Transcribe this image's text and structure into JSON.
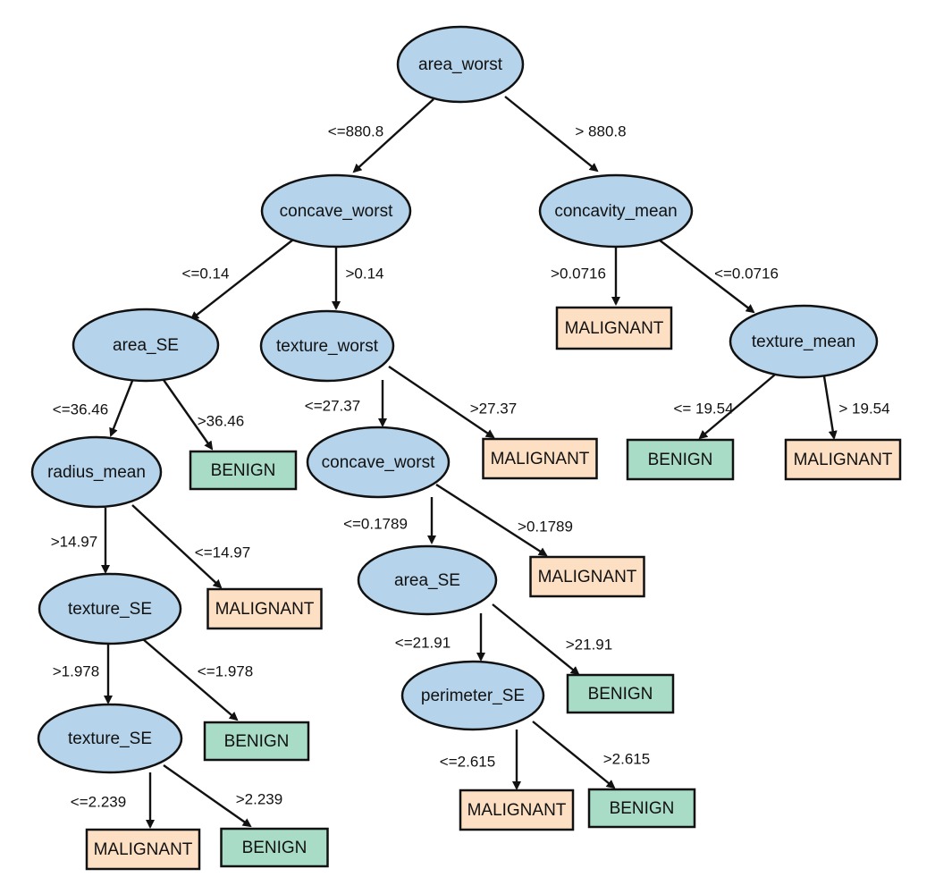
{
  "colors": {
    "decision_fill": "#b5d3ea",
    "benign_fill": "#a9dcc6",
    "malignant_fill": "#fde0c4",
    "stroke": "#111111"
  },
  "nodes": [
    {
      "id": "area_worst",
      "label": "area_worst",
      "kind": "decision"
    },
    {
      "id": "concave_worst_1",
      "label": "concave_worst",
      "kind": "decision"
    },
    {
      "id": "concavity_mean",
      "label": "concavity_mean",
      "kind": "decision"
    },
    {
      "id": "malignant_cm",
      "label": "MALIGNANT",
      "kind": "malignant"
    },
    {
      "id": "texture_mean",
      "label": "texture_mean",
      "kind": "decision"
    },
    {
      "id": "benign_tm",
      "label": "BENIGN",
      "kind": "benign"
    },
    {
      "id": "malignant_tm",
      "label": "MALIGNANT",
      "kind": "malignant"
    },
    {
      "id": "area_SE_1",
      "label": "area_SE",
      "kind": "decision"
    },
    {
      "id": "texture_worst",
      "label": "texture_worst",
      "kind": "decision"
    },
    {
      "id": "benign_aSE1",
      "label": "BENIGN",
      "kind": "benign"
    },
    {
      "id": "radius_mean",
      "label": "radius_mean",
      "kind": "decision"
    },
    {
      "id": "malignant_rm",
      "label": "MALIGNANT",
      "kind": "malignant"
    },
    {
      "id": "texture_SE_1",
      "label": "texture_SE",
      "kind": "decision"
    },
    {
      "id": "benign_tSE1",
      "label": "BENIGN",
      "kind": "benign"
    },
    {
      "id": "texture_SE_2",
      "label": "texture_SE",
      "kind": "decision"
    },
    {
      "id": "malignant_tSE2",
      "label": "MALIGNANT",
      "kind": "malignant"
    },
    {
      "id": "benign_tSE2",
      "label": "BENIGN",
      "kind": "benign"
    },
    {
      "id": "malignant_tw",
      "label": "MALIGNANT",
      "kind": "malignant"
    },
    {
      "id": "concave_worst_2",
      "label": "concave_worst",
      "kind": "decision"
    },
    {
      "id": "malignant_cw2",
      "label": "MALIGNANT",
      "kind": "malignant"
    },
    {
      "id": "area_SE_2",
      "label": "area_SE",
      "kind": "decision"
    },
    {
      "id": "benign_aSE2",
      "label": "BENIGN",
      "kind": "benign"
    },
    {
      "id": "perimeter_SE",
      "label": "perimeter_SE",
      "kind": "decision"
    },
    {
      "id": "malignant_pSE",
      "label": "MALIGNANT",
      "kind": "malignant"
    },
    {
      "id": "benign_pSE",
      "label": "BENIGN",
      "kind": "benign"
    }
  ],
  "edges": [
    {
      "from": "area_worst",
      "to": "concave_worst_1",
      "label": "<=880.8"
    },
    {
      "from": "area_worst",
      "to": "concavity_mean",
      "label": "> 880.8"
    },
    {
      "from": "concavity_mean",
      "to": "malignant_cm",
      "label": ">0.0716"
    },
    {
      "from": "concavity_mean",
      "to": "texture_mean",
      "label": "<=0.0716"
    },
    {
      "from": "texture_mean",
      "to": "benign_tm",
      "label": "<= 19.54"
    },
    {
      "from": "texture_mean",
      "to": "malignant_tm",
      "label": "> 19.54"
    },
    {
      "from": "concave_worst_1",
      "to": "area_SE_1",
      "label": "<=0.14"
    },
    {
      "from": "concave_worst_1",
      "to": "texture_worst",
      "label": ">0.14"
    },
    {
      "from": "area_SE_1",
      "to": "radius_mean",
      "label": "<=36.46"
    },
    {
      "from": "area_SE_1",
      "to": "benign_aSE1",
      "label": ">36.46"
    },
    {
      "from": "radius_mean",
      "to": "texture_SE_1",
      "label": ">14.97"
    },
    {
      "from": "radius_mean",
      "to": "malignant_rm",
      "label": "<=14.97"
    },
    {
      "from": "texture_SE_1",
      "to": "texture_SE_2",
      "label": ">1.978"
    },
    {
      "from": "texture_SE_1",
      "to": "benign_tSE1",
      "label": "<=1.978"
    },
    {
      "from": "texture_SE_2",
      "to": "malignant_tSE2",
      "label": "<=2.239"
    },
    {
      "from": "texture_SE_2",
      "to": "benign_tSE2",
      "label": ">2.239"
    },
    {
      "from": "texture_worst",
      "to": "concave_worst_2",
      "label": "<=27.37"
    },
    {
      "from": "texture_worst",
      "to": "malignant_tw",
      "label": ">27.37"
    },
    {
      "from": "concave_worst_2",
      "to": "area_SE_2",
      "label": "<=0.1789"
    },
    {
      "from": "concave_worst_2",
      "to": "malignant_cw2",
      "label": ">0.1789"
    },
    {
      "from": "area_SE_2",
      "to": "perimeter_SE",
      "label": "<=21.91"
    },
    {
      "from": "area_SE_2",
      "to": "benign_aSE2",
      "label": ">21.91"
    },
    {
      "from": "perimeter_SE",
      "to": "malignant_pSE",
      "label": "<=2.615"
    },
    {
      "from": "perimeter_SE",
      "to": "benign_pSE",
      "label": ">2.615"
    }
  ]
}
